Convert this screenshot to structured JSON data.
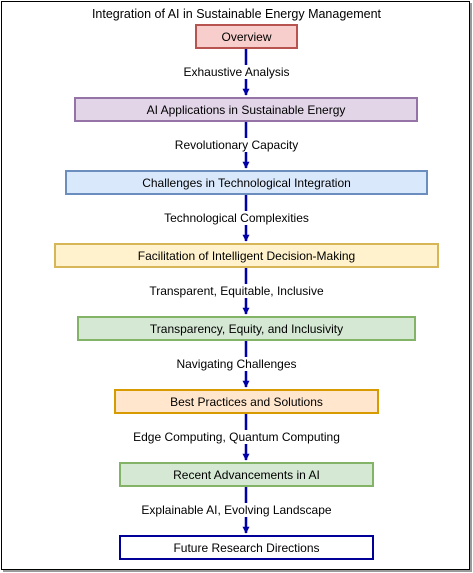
{
  "title": "Integration of AI in Sustainable Energy Management",
  "nodes": [
    {
      "label": "Overview",
      "border": "#b85450",
      "fill": "#f8cecc"
    },
    {
      "label": "AI Applications in Sustainable Energy",
      "border": "#9673a6",
      "fill": "#e1d5e7"
    },
    {
      "label": "Challenges in Technological Integration",
      "border": "#6c8ebf",
      "fill": "#dae8fc"
    },
    {
      "label": "Facilitation of Intelligent Decision-Making",
      "border": "#d6b656",
      "fill": "#fff2cc"
    },
    {
      "label": "Transparency, Equity, and Inclusivity",
      "border": "#82b366",
      "fill": "#d5e8d4"
    },
    {
      "label": "Best Practices and Solutions",
      "border": "#d79b00",
      "fill": "#ffe6cc"
    },
    {
      "label": "Recent Advancements in AI",
      "border": "#82b366",
      "fill": "#d5e8d4"
    },
    {
      "label": "Future Research Directions",
      "border": "#000099",
      "fill": "#ffffff"
    }
  ],
  "edges": [
    {
      "label": "Exhaustive Analysis"
    },
    {
      "label": "Revolutionary Capacity"
    },
    {
      "label": "Technological Complexities"
    },
    {
      "label": "Transparent, Equitable, Inclusive"
    },
    {
      "label": "Navigating Challenges"
    },
    {
      "label": "Edge Computing, Quantum Computing"
    },
    {
      "label": "Explainable AI, Evolving Landscape"
    }
  ],
  "arrow_color": "#0000a8"
}
